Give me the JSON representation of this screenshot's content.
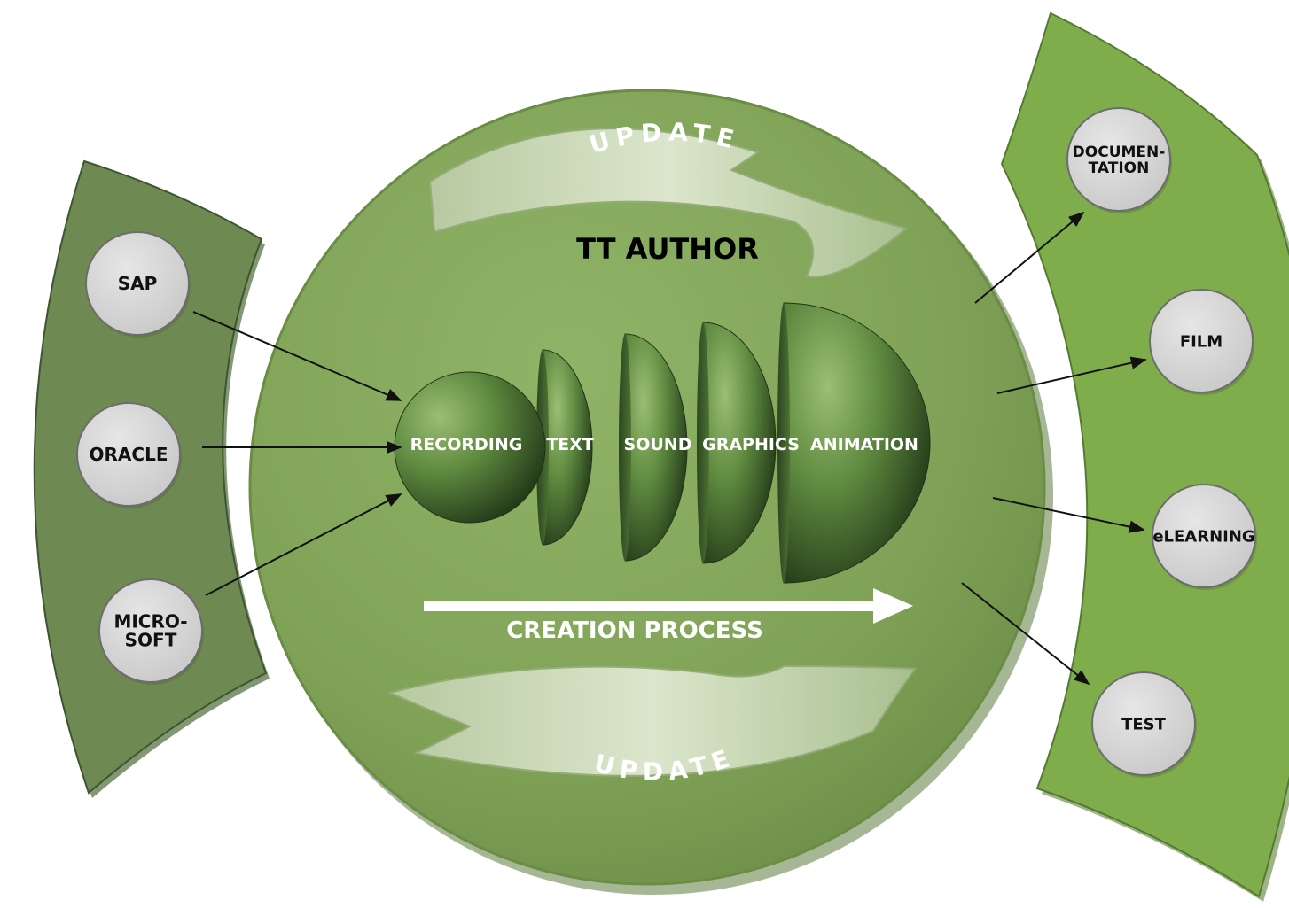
{
  "center": {
    "title": "TT AUTHOR",
    "update_top": "UPDATE",
    "update_bottom": "UPDATE",
    "process_label": "CREATION PROCESS"
  },
  "stages": [
    "RECORDING",
    "TEXT",
    "SOUND",
    "GRAPHICS",
    "ANIMATION"
  ],
  "sources": [
    "SAP",
    "ORACLE",
    "MICRO-|SOFT"
  ],
  "outputs": [
    "DOCUMEN-|TATION",
    "FILM",
    "eLEARNING",
    "TEST"
  ],
  "colors": {
    "main_circle": "#82a65a",
    "left_band": "#6e8a52",
    "right_band": "#80ad4c",
    "stage_dark": "#2e4a22",
    "stage_light": "#8ab060",
    "node_fill": "#d9d9d9",
    "update_arrow": "#c7d6b0",
    "arrow": "#111111",
    "process_arrow": "#ffffff"
  }
}
